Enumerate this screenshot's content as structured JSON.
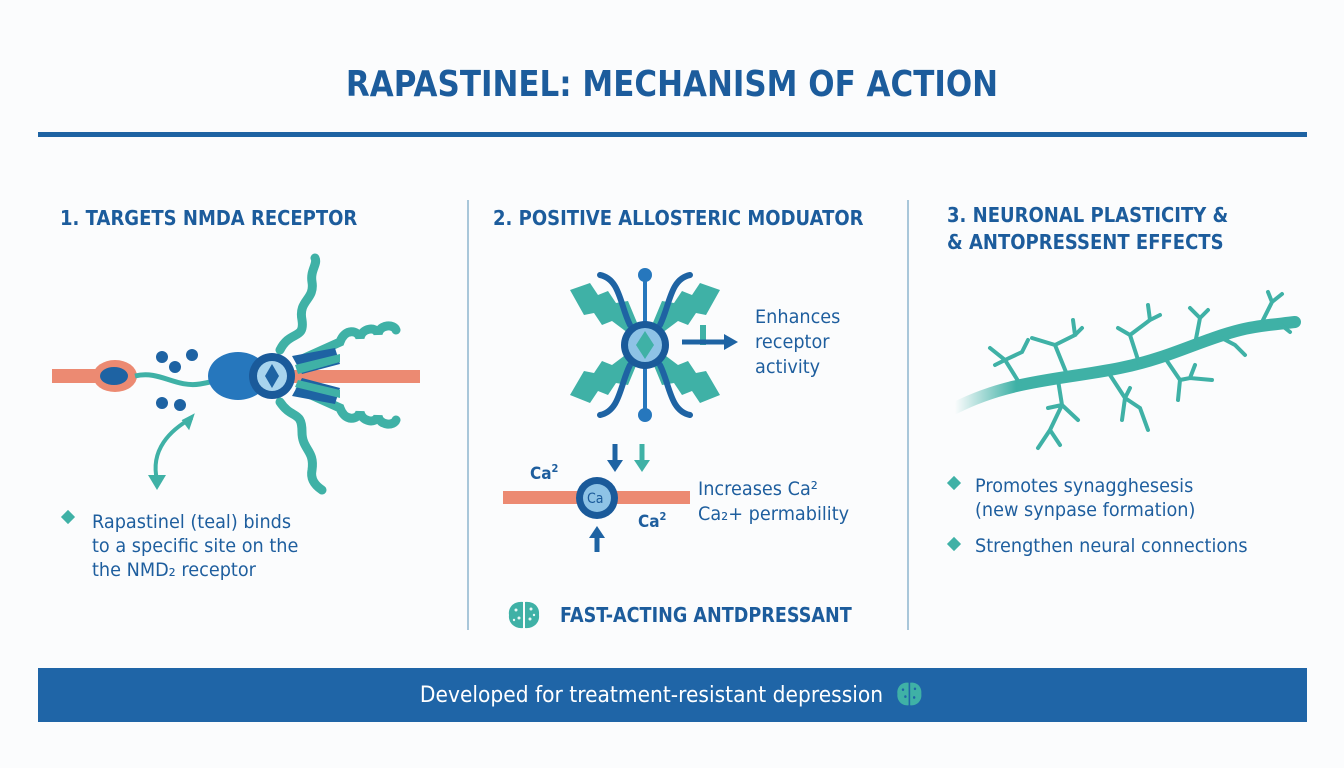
{
  "title": "RAPASTINEL: MECHANISM OF ACTION",
  "colors": {
    "primary_blue": "#1c5c9c",
    "dark_blue": "#1e63a3",
    "teal": "#3fb1a6",
    "salmon": "#ec8a72",
    "light_blue": "#8ec3e6",
    "divider": "#a9c7da"
  },
  "sections": [
    {
      "heading": "1. TARGETS NMDA RECEPTOR",
      "illustration": "nmda-receptor-binding",
      "bullets": [
        {
          "lines": [
            "Rapastinel (teal) binds",
            "to a specific site on the",
            "the NMD₂ receptor"
          ]
        }
      ]
    },
    {
      "heading": "2. POSITIVE ALLOSTERIC MODUATOR",
      "illustration": "allosteric-modulator",
      "enhances_lines": [
        "Enhances",
        "receptor",
        "activity"
      ],
      "channel": {
        "ion_label": "Ca",
        "left_ion": "Ca",
        "left_ion_sup": "2",
        "right_ion": "Ca",
        "right_ion_sup": "2",
        "increases_line1": "Increases Ca²",
        "increases_line2": "Ca₂+ permability"
      },
      "footer_label": "FAST-ACTING ANTDPRESSANT",
      "footer_icon": "brain-icon"
    },
    {
      "heading_lines": [
        "3. NEURONAL PLASTICITY &",
        "& ANTOPRESSENT EFFECTS"
      ],
      "illustration": "dendrite-branch",
      "bullets": [
        {
          "lines": [
            "Promotes synagghesesis",
            "(new synpase formation)"
          ]
        },
        {
          "lines": [
            "Strengthen neural connections"
          ]
        }
      ]
    }
  ],
  "footer": {
    "text": "Developed for treatment-resistant depression",
    "icon": "brain-icon"
  }
}
